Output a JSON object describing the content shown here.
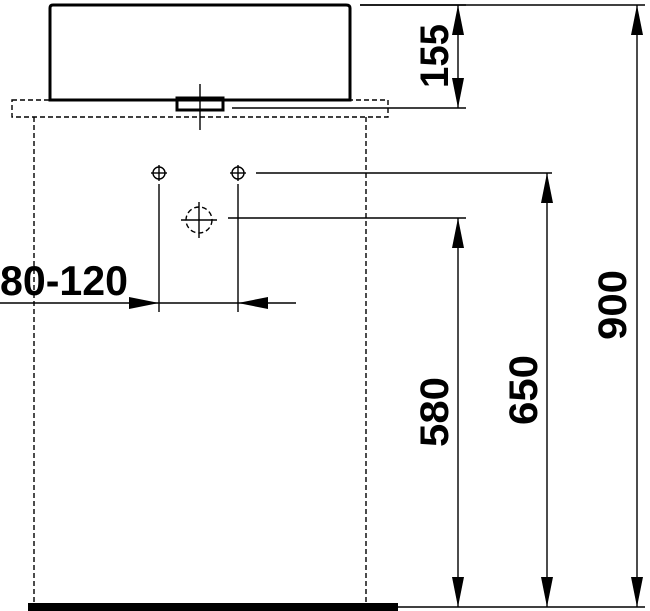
{
  "dimensions": {
    "basin_height": "155",
    "wall_spacing": "80-120",
    "waste_height": "580",
    "supply_height": "650",
    "total_height": "900"
  }
}
